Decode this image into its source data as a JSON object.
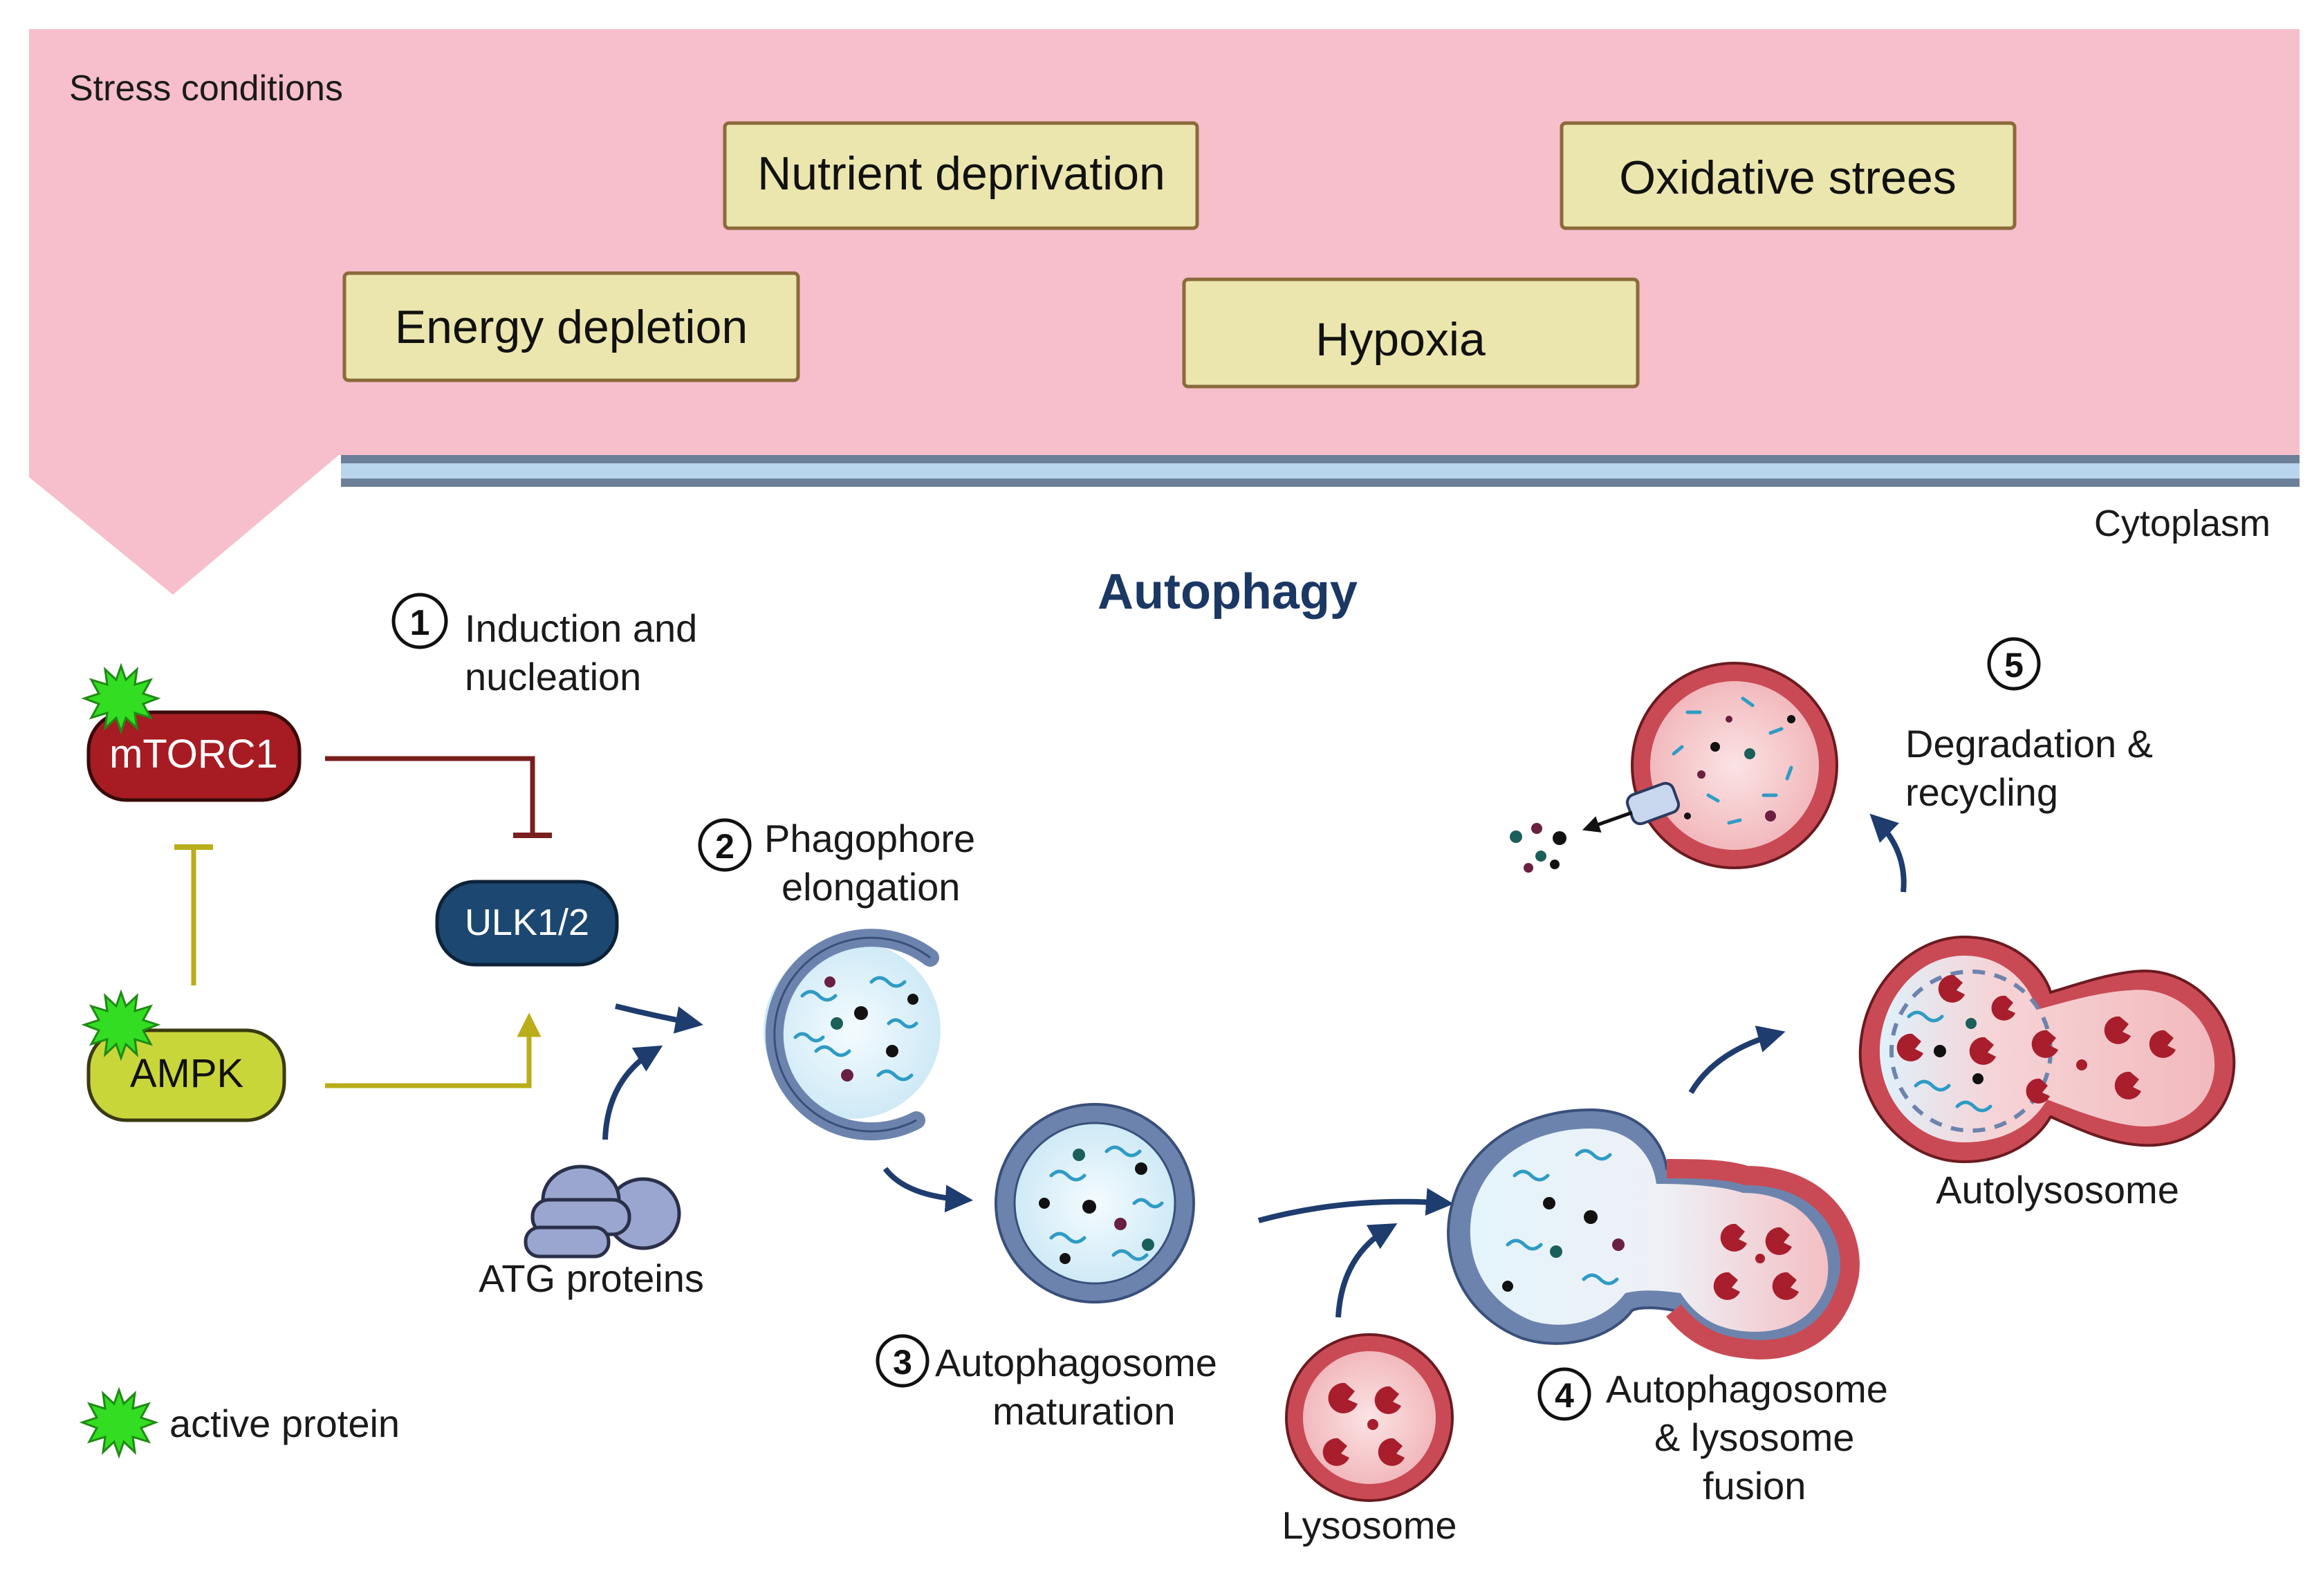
{
  "stress": {
    "title": "Stress conditions",
    "boxes": {
      "nutrient": "Nutrient deprivation",
      "oxidative": "Oxidative strees",
      "energy": "Energy depletion",
      "hypoxia": "Hypoxia"
    }
  },
  "cytoplasm_label": "Cytoplasm",
  "main_title": "Autophagy",
  "proteins": {
    "mtorc1": "mTORC1",
    "ampk": "AMPK",
    "ulk": "ULK1/2",
    "atg": "ATG proteins"
  },
  "legend": {
    "active": "active protein"
  },
  "steps": {
    "s1": {
      "num": "1",
      "line1": "Induction and",
      "line2": "nucleation"
    },
    "s2": {
      "num": "2",
      "line1": "Phagophore",
      "line2": "elongation"
    },
    "s3": {
      "num": "3",
      "line1": "Autophagosome",
      "line2": "maturation"
    },
    "s4": {
      "num": "4",
      "line1": "Autophagosome",
      "line2": "& lysosome",
      "line3": "fusion"
    },
    "s5": {
      "num": "5",
      "line1": "Degradation &",
      "line2": "recycling"
    }
  },
  "organelles": {
    "lysosome": "Lysosome",
    "autolysosome": "Autolysosome"
  },
  "colors": {
    "stress_bg": "#f6bfcb",
    "box_fill": "#ebe6ae",
    "box_stroke": "#8b6a3a",
    "mtorc1": "#a61c22",
    "ampk": "#c9d63a",
    "ulk": "#1c4770",
    "arrow": "#1e3c6e",
    "inhibit_dark": "#7a1f1f",
    "inhibit_yellow": "#b9ad1a",
    "lysosome": "#c94a55",
    "membrane": "#6c84ad",
    "active": "#33dd22",
    "title": "#1b3764"
  }
}
